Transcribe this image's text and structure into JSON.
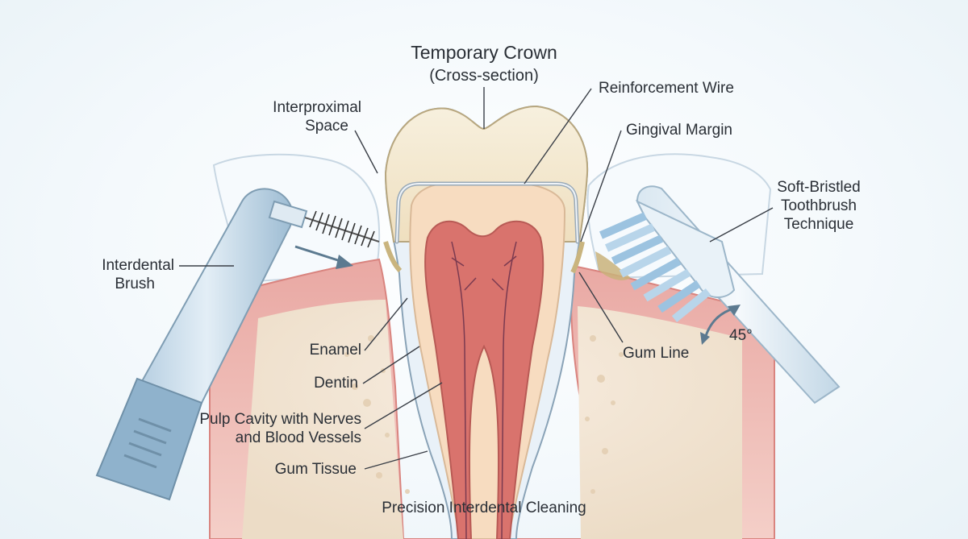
{
  "title": "Temporary Crown",
  "subtitle": "(Cross-section)",
  "caption": "Precision Interdental Cleaning",
  "labels": {
    "reinforcement_wire": "Reinforcement Wire",
    "interproximal_1": "Interproximal",
    "interproximal_2": "Space",
    "gingival_margin": "Gingival Margin",
    "soft_bristled_1": "Soft-Bristled",
    "soft_bristled_2": "Toothbrush",
    "soft_bristled_3": "Technique",
    "interdental_1": "Interdental",
    "interdental_2": "Brush",
    "enamel": "Enamel",
    "dentin": "Dentin",
    "pulp_1": "Pulp Cavity with Nerves",
    "pulp_2": "and Blood Vessels",
    "gum_line": "Gum Line",
    "gum_tissue": "Gum Tissue",
    "angle": "45°"
  },
  "colors": {
    "gum": "#e8a7a2",
    "gum_dark": "#d97b76",
    "bone": "#f2e6d6",
    "crown": "#f6ecd6",
    "dentin": "#f7dcc0",
    "pulp": "#d9736d",
    "enamel": "#e9f1f8",
    "instrument": "#c9dcea",
    "bristle": "#9cc3e0",
    "leader": "#3a3f47"
  }
}
